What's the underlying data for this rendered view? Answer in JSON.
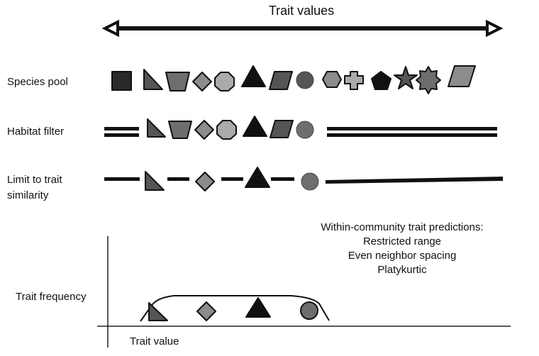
{
  "header": {
    "title": "Trait values"
  },
  "rows": {
    "species_pool": "Species pool",
    "habitat_filter": "Habitat filter",
    "limit_line1": "Limit to trait",
    "limit_line2": "similarity"
  },
  "predictions": {
    "title": "Within-community trait predictions:",
    "items": [
      "Restricted range",
      "Even neighbor spacing",
      "Platykurtic"
    ]
  },
  "plot": {
    "ylabel": "Trait frequency",
    "xlabel": "Trait value"
  },
  "colors": {
    "black": "#111111",
    "dark": "#2a2a2a",
    "mid_dark": "#555555",
    "mid": "#6e6e6e",
    "light_mid": "#8c8c8c",
    "light": "#aaaaaa"
  }
}
